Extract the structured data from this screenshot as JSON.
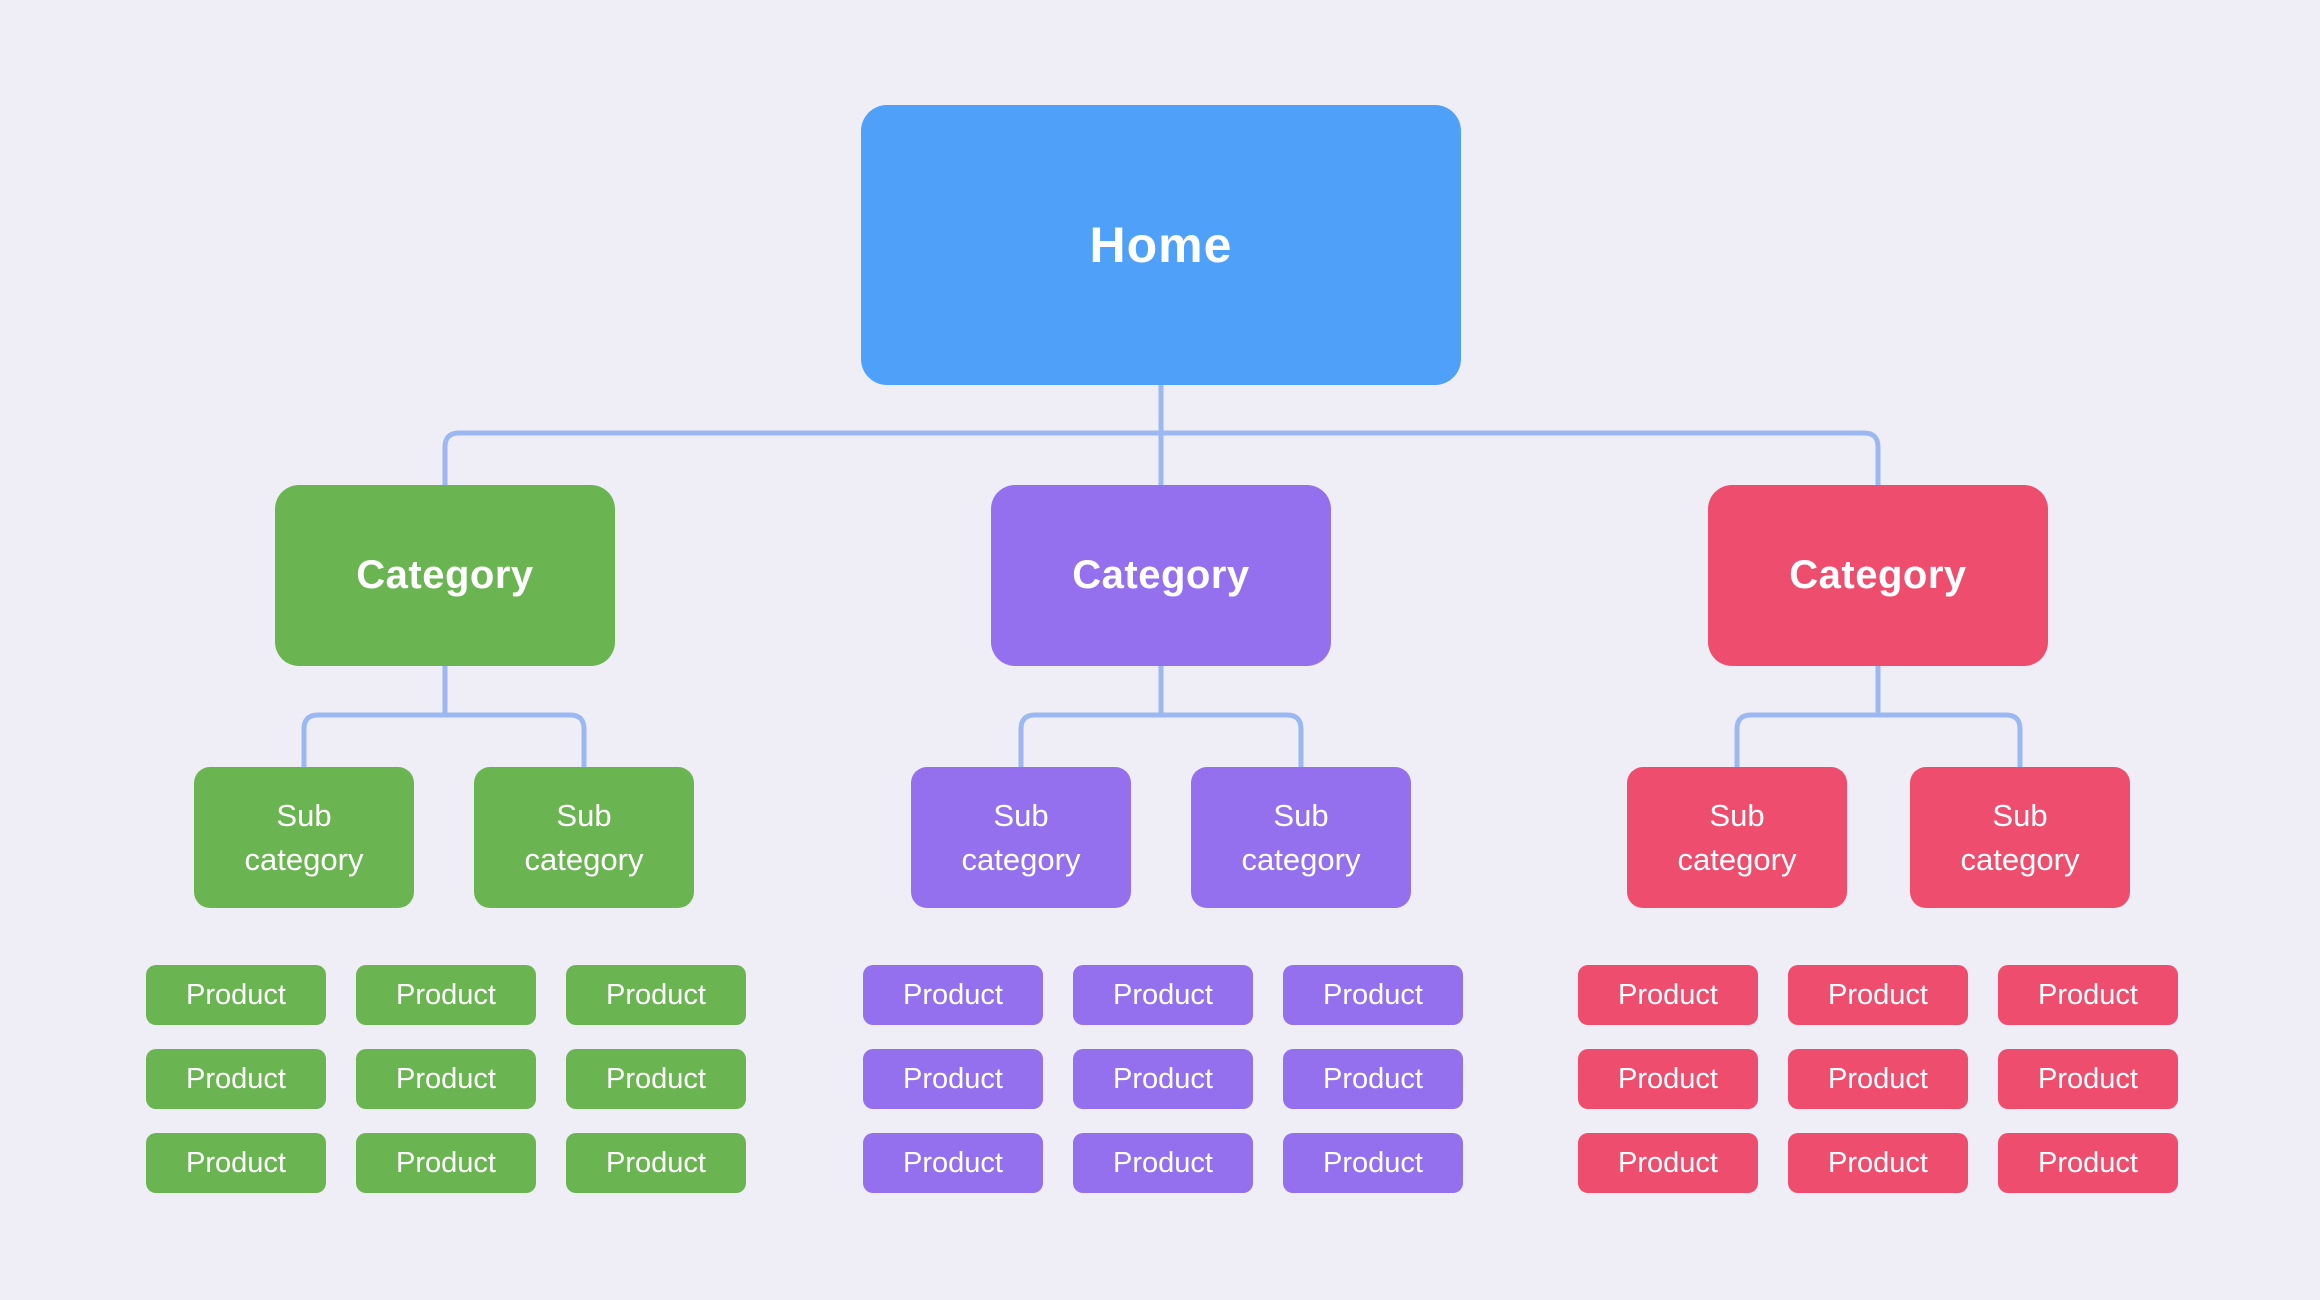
{
  "colors": {
    "background": "#EFEEF6",
    "connector": "#9BB8F2",
    "label_text": "#FFFFFF",
    "root_blue": "#4FA0F8",
    "category_green": "#6BB452",
    "category_purple": "#9470EF",
    "category_pink": "#EF4D6E"
  },
  "diagram": {
    "type": "sitemap",
    "root": {
      "label": "Home",
      "color": "#4FA0F8"
    },
    "categories": [
      {
        "label": "Category",
        "color": "#6BB452",
        "sub_categories": [
          "Sub category",
          "Sub category"
        ],
        "products": [
          "Product",
          "Product",
          "Product",
          "Product",
          "Product",
          "Product",
          "Product",
          "Product",
          "Product"
        ]
      },
      {
        "label": "Category",
        "color": "#9470EF",
        "sub_categories": [
          "Sub category",
          "Sub category"
        ],
        "products": [
          "Product",
          "Product",
          "Product",
          "Product",
          "Product",
          "Product",
          "Product",
          "Product",
          "Product"
        ]
      },
      {
        "label": "Category",
        "color": "#EF4D6E",
        "sub_categories": [
          "Sub category",
          "Sub category"
        ],
        "products": [
          "Product",
          "Product",
          "Product",
          "Product",
          "Product",
          "Product",
          "Product",
          "Product",
          "Product"
        ]
      }
    ]
  }
}
